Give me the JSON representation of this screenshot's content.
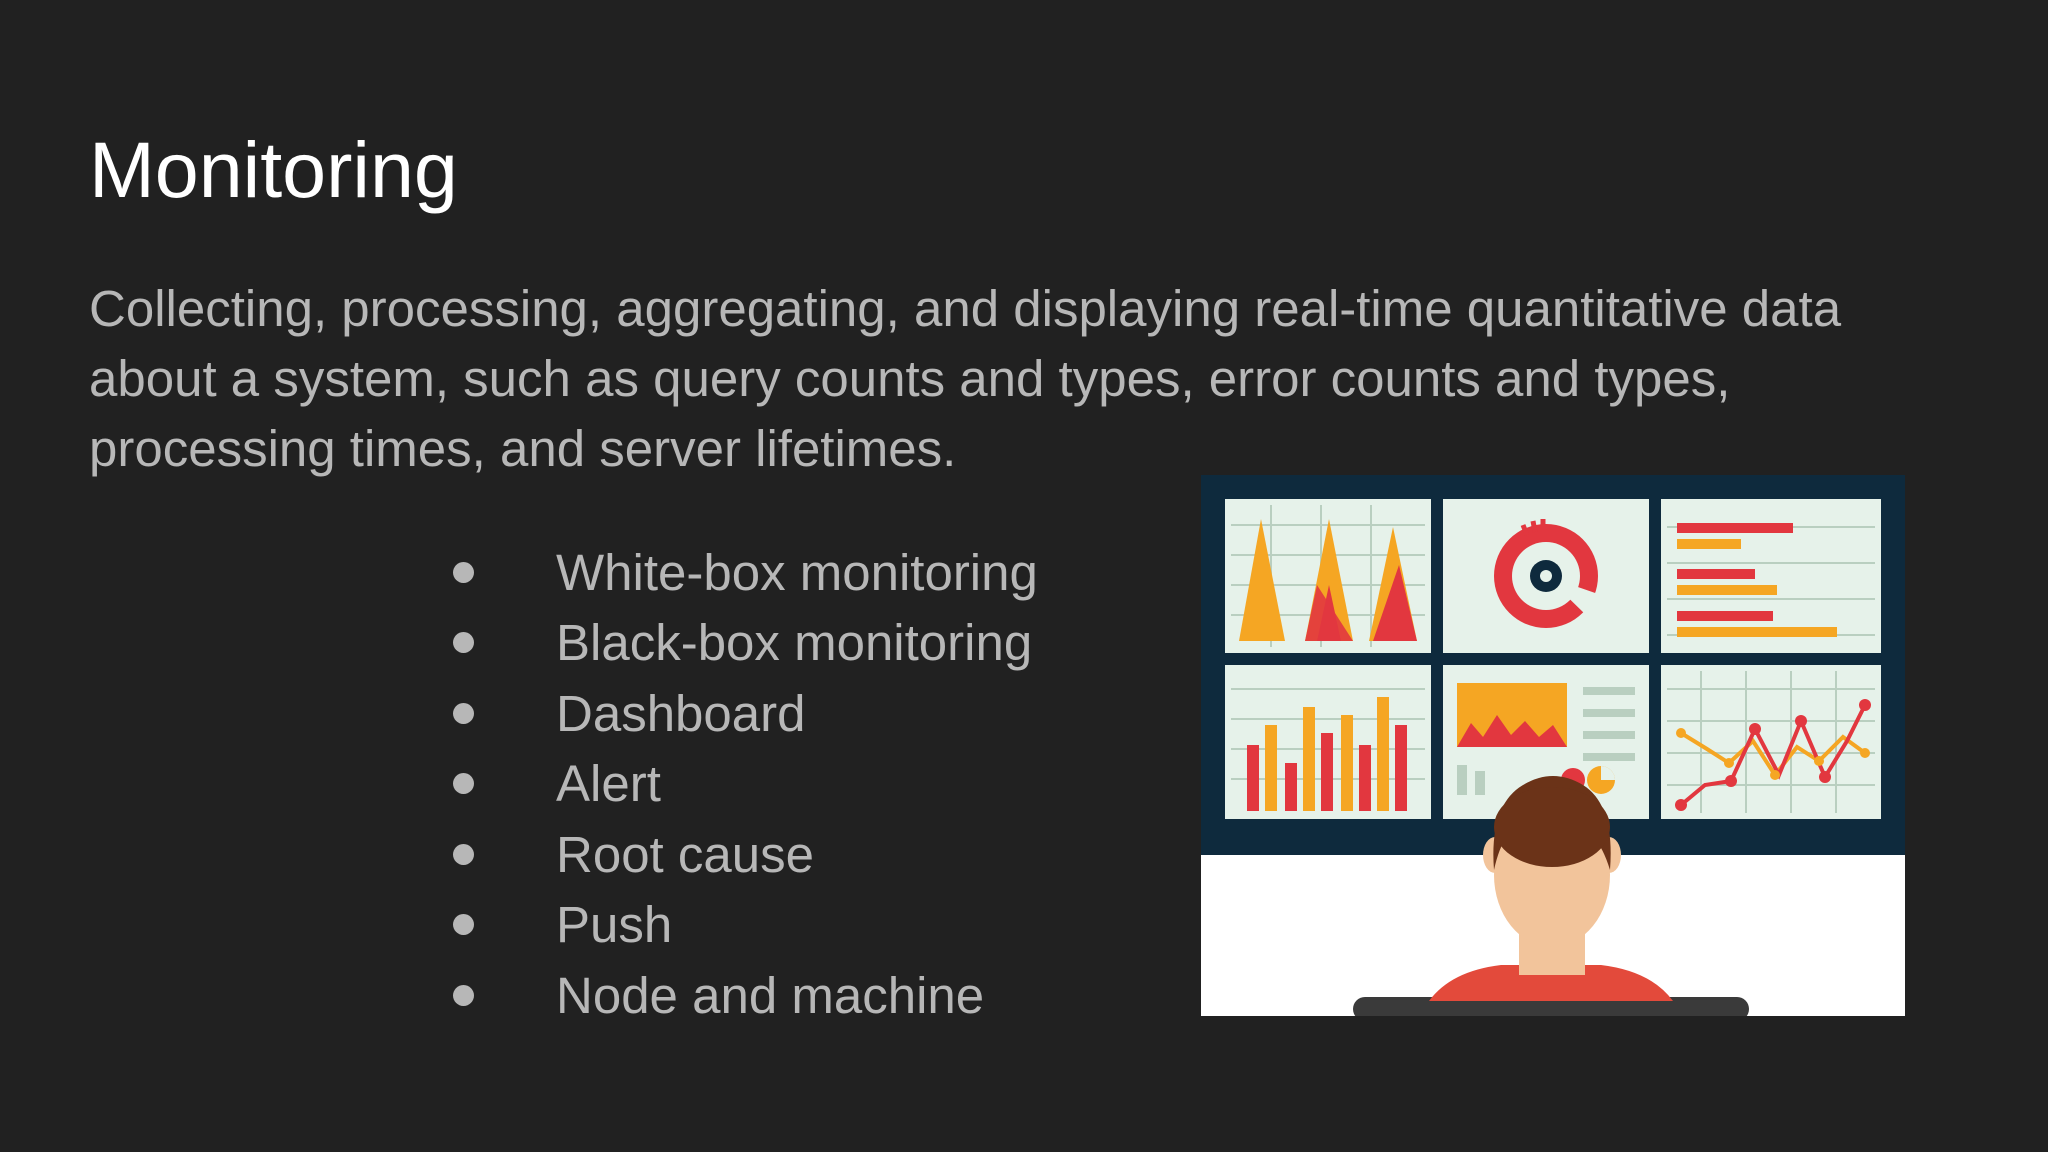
{
  "slide": {
    "title": "Monitoring",
    "description": "Collecting, processing, aggregating, and displaying real-time quantitative data about a system, such as query counts and types, error counts and types, processing times, and server lifetimes.",
    "bullets": [
      "White-box monitoring",
      "Black-box monitoring",
      "Dashboard",
      "Alert",
      "Root cause",
      "Push",
      "Node and machine"
    ]
  },
  "illustration": {
    "subject": "person-viewing-monitoring-dashboards",
    "colors": {
      "frame": "#0e2a3d",
      "panel": "#e6f2ea",
      "orange": "#f5a623",
      "red": "#e2373f",
      "hair": "#6b3318",
      "skin": "#f2c49b",
      "shirt": "#e34a3b"
    }
  }
}
